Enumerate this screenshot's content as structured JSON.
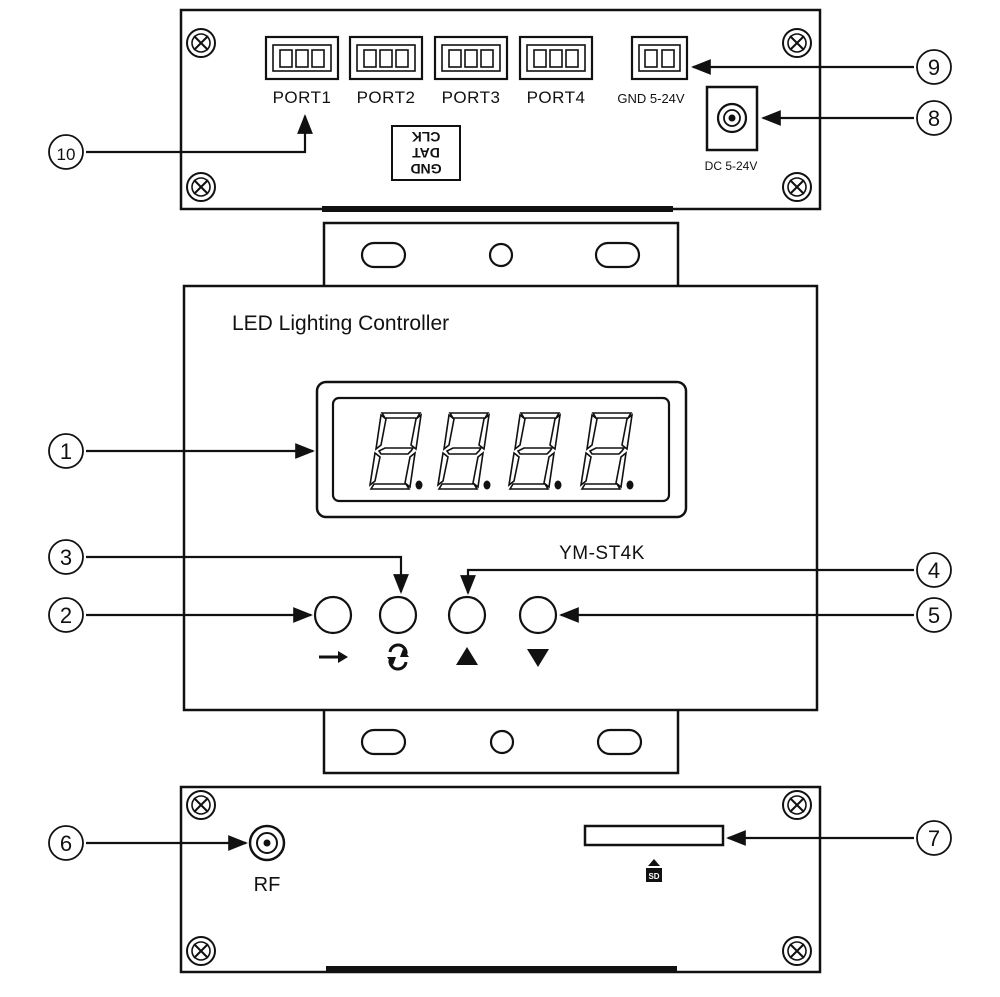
{
  "top_panel": {
    "ports": [
      "PORT1",
      "PORT2",
      "PORT3",
      "PORT4"
    ],
    "power_terminal_label": "GND 5-24V",
    "dc_jack_label": "DC 5-24V",
    "pin_legend": [
      "GND",
      "DAT",
      "CLK"
    ]
  },
  "front_panel": {
    "title": "LED Lighting Controller",
    "model": "YM-ST4K",
    "display_value": "8.8.8.8."
  },
  "bottom_panel": {
    "rf_label": "RF",
    "sd_label": "SD"
  },
  "callouts": {
    "display": "1",
    "enter_button": "2",
    "mode_button": "3",
    "up_button": "4",
    "down_button": "5",
    "rf_antenna": "6",
    "sd_card_slot": "7",
    "dc_jack": "8",
    "power_terminal": "9",
    "output_ports": "10"
  }
}
